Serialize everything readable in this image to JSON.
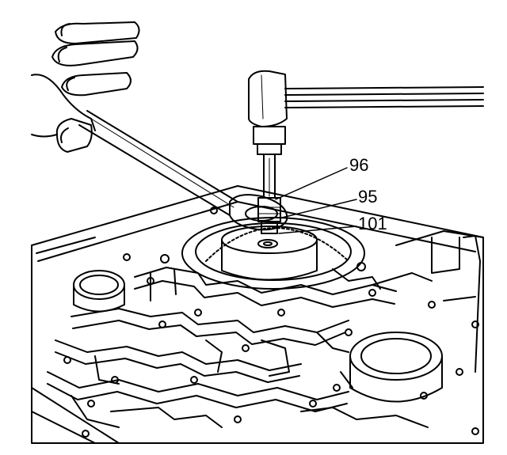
{
  "callouts": {
    "c96": "96",
    "c95": "95",
    "c101": "101"
  },
  "colors": {
    "line": "#000000",
    "background": "#ffffff"
  }
}
